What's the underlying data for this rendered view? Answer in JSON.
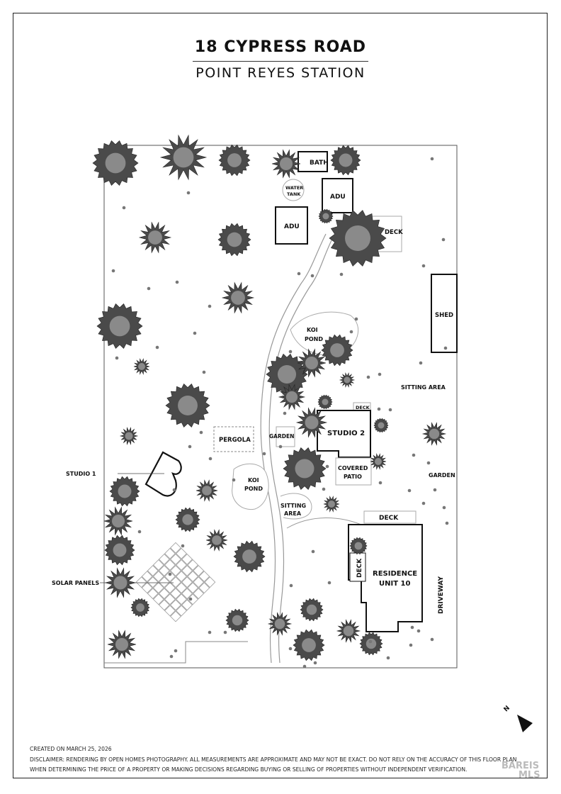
{
  "header": {
    "address": "18 CYPRESS ROAD",
    "city": "POINT REYES STATION"
  },
  "labels": {
    "bath": "BATH",
    "water_tank_l1": "WATER",
    "water_tank_l2": "TANK",
    "adu_1": "ADU",
    "adu_2": "ADU",
    "deck_adu": "DECK",
    "shed": "SHED",
    "koi_pond_1_l1": "KOI",
    "koi_pond_1_l2": "POND",
    "sitting_area_1": "SITTING AREA",
    "deck_studio2": "DECK",
    "studio_2": "STUDIO 2",
    "garden_1": "GARDEN",
    "pergola": "PERGOLA",
    "studio_1": "STUDIO 1",
    "koi_pond_2_l1": "KOI",
    "koi_pond_2_l2": "POND",
    "covered_patio_l1": "COVERED",
    "covered_patio_l2": "PATIO",
    "garden_2": "GARDEN",
    "sitting_area_2_l1": "SITTING",
    "sitting_area_2_l2": "AREA",
    "deck_residence_top": "DECK",
    "deck_residence_side": "DECK",
    "residence_l1": "RESIDENCE",
    "residence_l2": "UNIT 10",
    "solar_panels": "SOLAR PANELS",
    "driveway": "DRIVEWAY",
    "north": "N"
  },
  "footer": {
    "created": "CREATED ON MARCH 25, 2026",
    "disclaimer_l1": "DISCLAIMER: RENDERING BY OPEN HOMES PHOTOGRAPHY. ALL MEASUREMENTS ARE APPROXIMATE AND MAY NOT BE EXACT. DO NOT RELY ON THE ACCURACY OF THIS FLOOR PLAN",
    "disclaimer_l2": "WHEN DETERMINING THE PRICE OF A PROPERTY OR MAKING DECISIONS REGARDING BUYING OR SELLING OF PROPERTIES WITHOUT INDEPENDENT VERIFICATION.",
    "watermark_l1": "BAREIS",
    "watermark_l2": "MLS"
  },
  "icons": {
    "north_arrow": "north-arrow-icon",
    "tree": "tree-icon",
    "shrub": "shrub-icon"
  },
  "colors": {
    "line": "#222222",
    "tree_dark": "#4a4a4a",
    "tree_light": "#8a8a8a"
  }
}
